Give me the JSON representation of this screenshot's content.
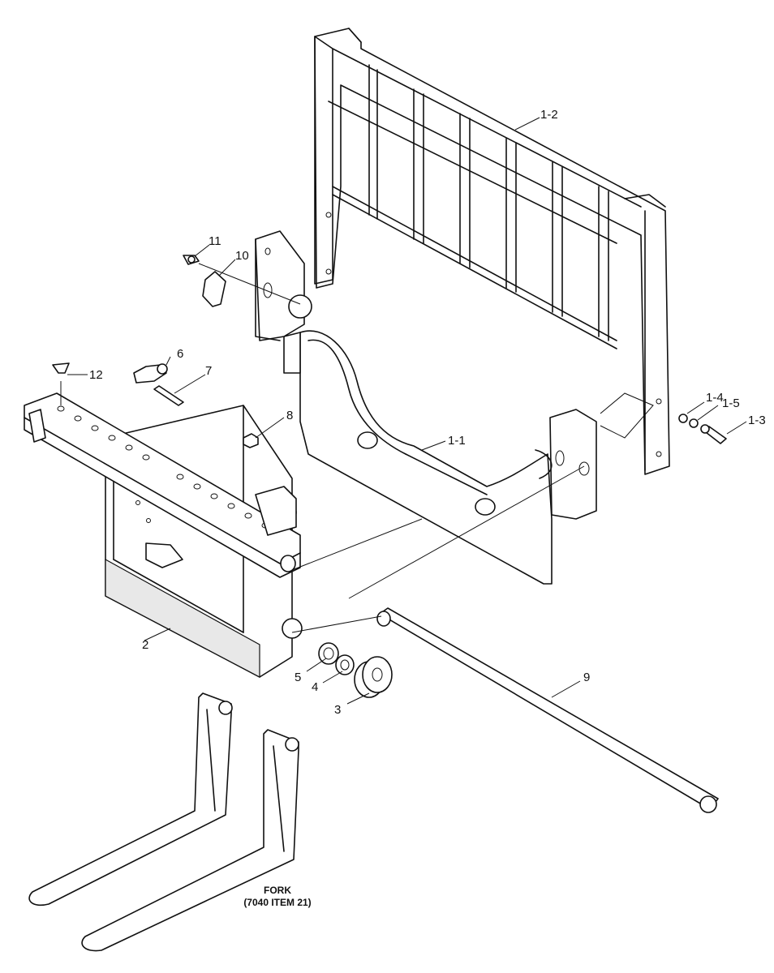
{
  "callouts": {
    "c1_2": "1-2",
    "c1_1": "1-1",
    "c1_3": "1-3",
    "c1_4": "1-4",
    "c1_5": "1-5",
    "c2": "2",
    "c3": "3",
    "c4": "4",
    "c5": "5",
    "c6": "6",
    "c7": "7",
    "c8": "8",
    "c9": "9",
    "c10": "10",
    "c11": "11",
    "c12": "12"
  },
  "fork_note": {
    "line1": "FORK",
    "line2": "(7040 ITEM 21)"
  }
}
